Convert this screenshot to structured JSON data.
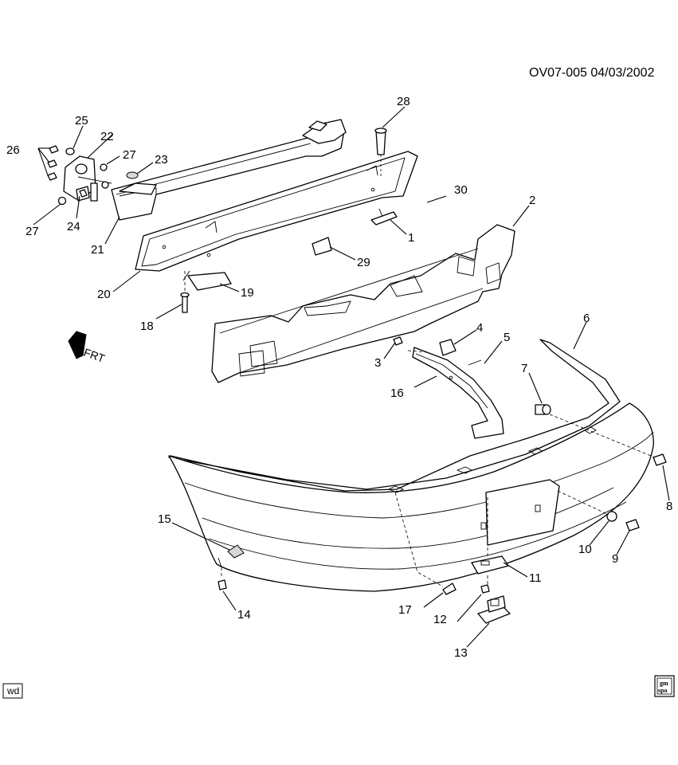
{
  "header": {
    "drawing_id": "OV07-005  04/03/2002"
  },
  "direction_label": "FRT",
  "badges": {
    "left": "wd",
    "logo_top": "gm",
    "logo_bottom": "spo"
  },
  "callouts": {
    "c1": "1",
    "c2": "2",
    "c3": "3",
    "c4": "4",
    "c5": "5",
    "c6": "6",
    "c7": "7",
    "c8": "8",
    "c9": "9",
    "c10": "10",
    "c11": "11",
    "c12": "12",
    "c13": "13",
    "c14": "14",
    "c15": "15",
    "c16": "16",
    "c17": "17",
    "c18": "18",
    "c19": "19",
    "c20": "20",
    "c21": "21",
    "c22": "22",
    "c23": "23",
    "c24": "24",
    "c25": "25",
    "c26": "26",
    "c27a": "27",
    "c27b": "27",
    "c28": "28",
    "c29": "29",
    "c30": "30"
  }
}
